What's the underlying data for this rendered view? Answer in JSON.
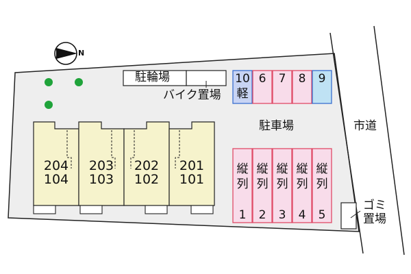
{
  "compass": {
    "north_label": "N",
    "icon": "north-arrow-icon"
  },
  "labels": {
    "bicycle_parking": "駐輪場",
    "bike_parking": "バイク置場",
    "parking_lot": "駐車場",
    "city_road": "市道",
    "garbage_place_1": "ゴミ",
    "garbage_place_2": "置場"
  },
  "units": [
    {
      "upper": "204",
      "lower": "104"
    },
    {
      "upper": "203",
      "lower": "103"
    },
    {
      "upper": "202",
      "lower": "102"
    },
    {
      "upper": "201",
      "lower": "101"
    }
  ],
  "top_spaces": [
    {
      "number": "10",
      "sub": "軽",
      "color": "#c8d4f4"
    },
    {
      "number": "6",
      "sub": "",
      "color": "#f8dcea"
    },
    {
      "number": "7",
      "sub": "",
      "color": "#f8dcea"
    },
    {
      "number": "8",
      "sub": "",
      "color": "#f8dcea"
    },
    {
      "number": "9",
      "sub": "",
      "color": "#bfe2f4"
    }
  ],
  "tandem_spaces": [
    {
      "line1": "縦",
      "line2": "列",
      "number": "1"
    },
    {
      "line1": "縦",
      "line2": "列",
      "number": "2"
    },
    {
      "line1": "縦",
      "line2": "列",
      "number": "3"
    },
    {
      "line1": "縦",
      "line2": "列",
      "number": "4"
    },
    {
      "line1": "縦",
      "line2": "列",
      "number": "5"
    }
  ],
  "colors": {
    "site": "#eeeeee",
    "building": "#f6f3cc",
    "space_border_red": "#e04a66",
    "space_border_blue": "#3a6fd0",
    "tree": "#1fa33a"
  }
}
